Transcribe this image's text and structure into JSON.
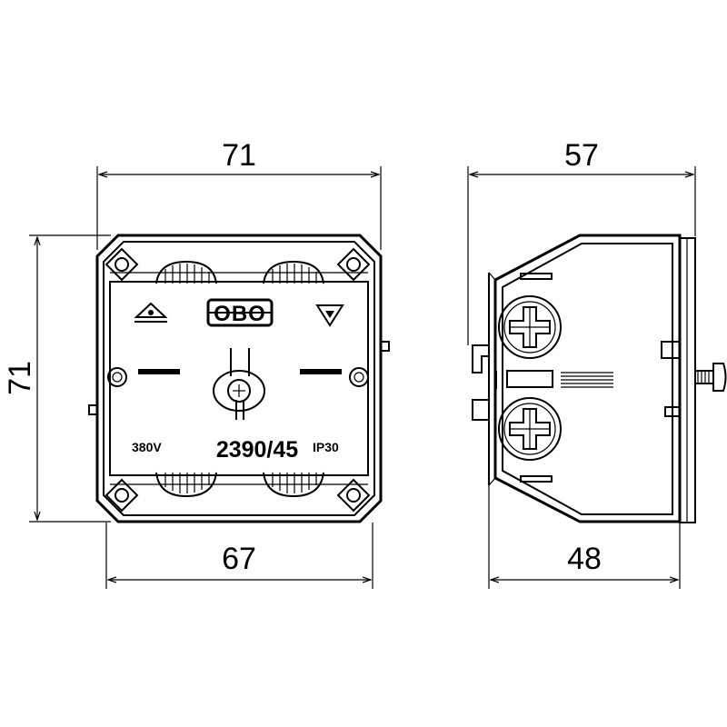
{
  "front_view": {
    "dim_top": "71",
    "dim_left": "71",
    "dim_bottom": "67",
    "brand": "OBO",
    "model": "2390/45",
    "voltage": "380V",
    "ip_rating": "IP30"
  },
  "side_view": {
    "dim_top": "57",
    "dim_bottom": "48"
  }
}
